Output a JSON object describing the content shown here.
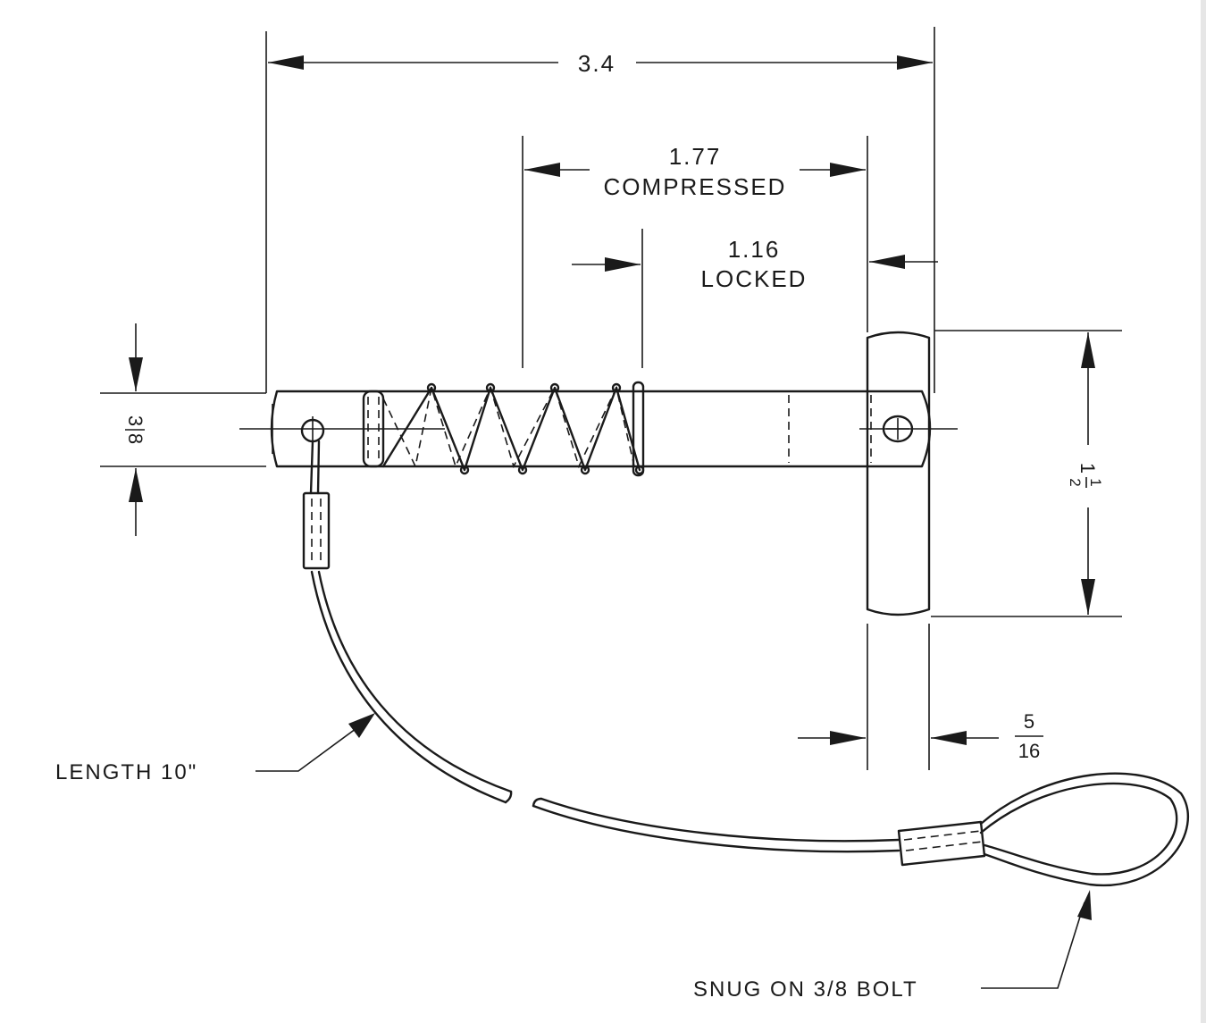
{
  "dimensions": {
    "overall_length": "3.4",
    "compressed_value": "1.77",
    "compressed_note": "COMPRESSED",
    "locked_value": "1.16",
    "locked_note": "LOCKED",
    "pin_diameter_num": "3",
    "pin_diameter_den": "8",
    "handle_height_whole": "1",
    "handle_height_num": "1",
    "handle_height_den": "2",
    "handle_thickness_num": "5",
    "handle_thickness_den": "16"
  },
  "callouts": {
    "cable_length": "LENGTH 10\"",
    "loop_fit": "SNUG ON 3/8 BOLT"
  },
  "colors": {
    "line": "#1a1a1a",
    "background": "#ffffff"
  }
}
